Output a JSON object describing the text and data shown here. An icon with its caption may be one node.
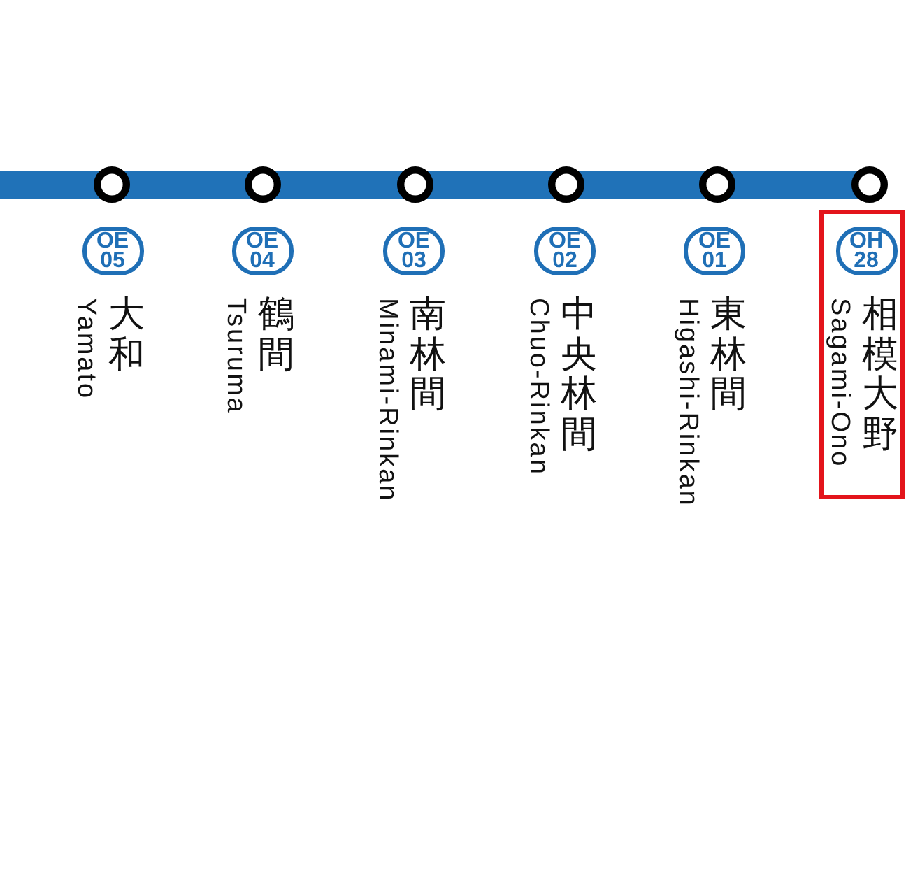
{
  "diagram": {
    "nodes": [
      {
        "text": [],
        "shape": "circle"
      },
      {
        "text": [],
        "shape": "circle"
      },
      {
        "text": [],
        "shape": "circle"
      },
      {
        "text": [],
        "shape": "circle"
      },
      {
        "text": [],
        "shape": "circle"
      },
      {
        "text": [],
        "shape": "circle"
      },
      {
        "text": [],
        "shape": "box"
      },
      {
        "text": [
          "OE 05"
        ],
        "beside": [
          "大和",
          "Yamato"
        ]
      },
      {
        "text": [
          "OE 04"
        ],
        "beside": [
          "鶴間",
          "Tsuruma"
        ]
      },
      {
        "text": [
          "OE 03"
        ],
        "beside": [
          "南林間",
          "Minami-Rinkan"
        ]
      },
      {
        "text": [
          "OE 02"
        ],
        "beside": [
          "中央林間",
          "Chuo-Rinkan"
        ]
      },
      {
        "text": [
          "OE 01"
        ],
        "beside": [
          "東林間",
          "Higashi-Rinkan"
        ]
      },
      {
        "text": [
          "OH 28"
        ],
        "beside": [
          "相模大野",
          "Sagami-Ono"
        ],
        "in": 6
      }
    ],
    "edges": [
      {
        "from": null,
        "to": 0,
        "arrow": "none"
      },
      {
        "from": 0,
        "to": 1,
        "arrow": "none"
      },
      {
        "from": 1,
        "to": 2,
        "arrow": "none"
      },
      {
        "from": 2,
        "to": 3,
        "arrow": "none"
      },
      {
        "from": 3,
        "to": 4,
        "arrow": "none"
      },
      {
        "from": 4,
        "to": 5,
        "arrow": "none"
      }
    ]
  }
}
